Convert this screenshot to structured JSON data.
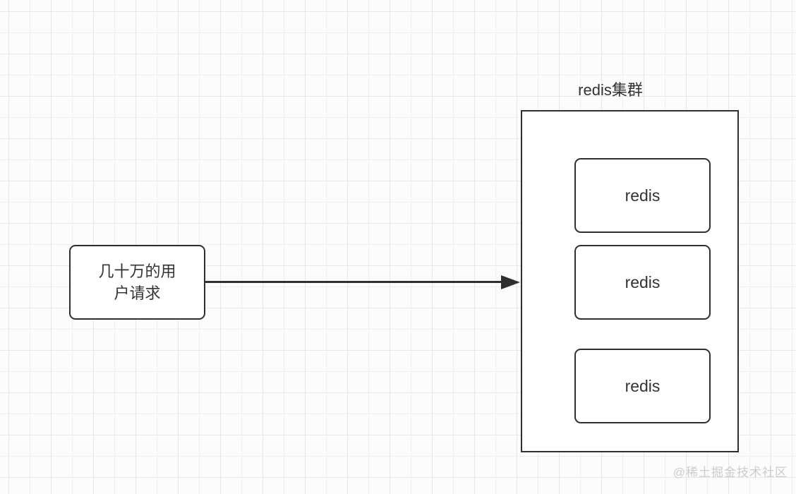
{
  "diagram": {
    "source_node": {
      "label": "几十万的用户请求"
    },
    "arrow": {
      "from": "source_node",
      "to": "cluster",
      "direction": "right"
    },
    "cluster": {
      "title": "redis集群",
      "nodes": [
        {
          "label": "redis"
        },
        {
          "label": "redis"
        },
        {
          "label": "redis"
        }
      ]
    },
    "watermark": "@稀土掘金技术社区",
    "colors": {
      "stroke": "#2f2f2f",
      "text": "#333333",
      "fill": "#ffffff",
      "bg": "#fcfcfc",
      "grid_minor": "#efeff2",
      "grid_major": "#e7e7ea",
      "watermark": "#cccccc"
    }
  }
}
